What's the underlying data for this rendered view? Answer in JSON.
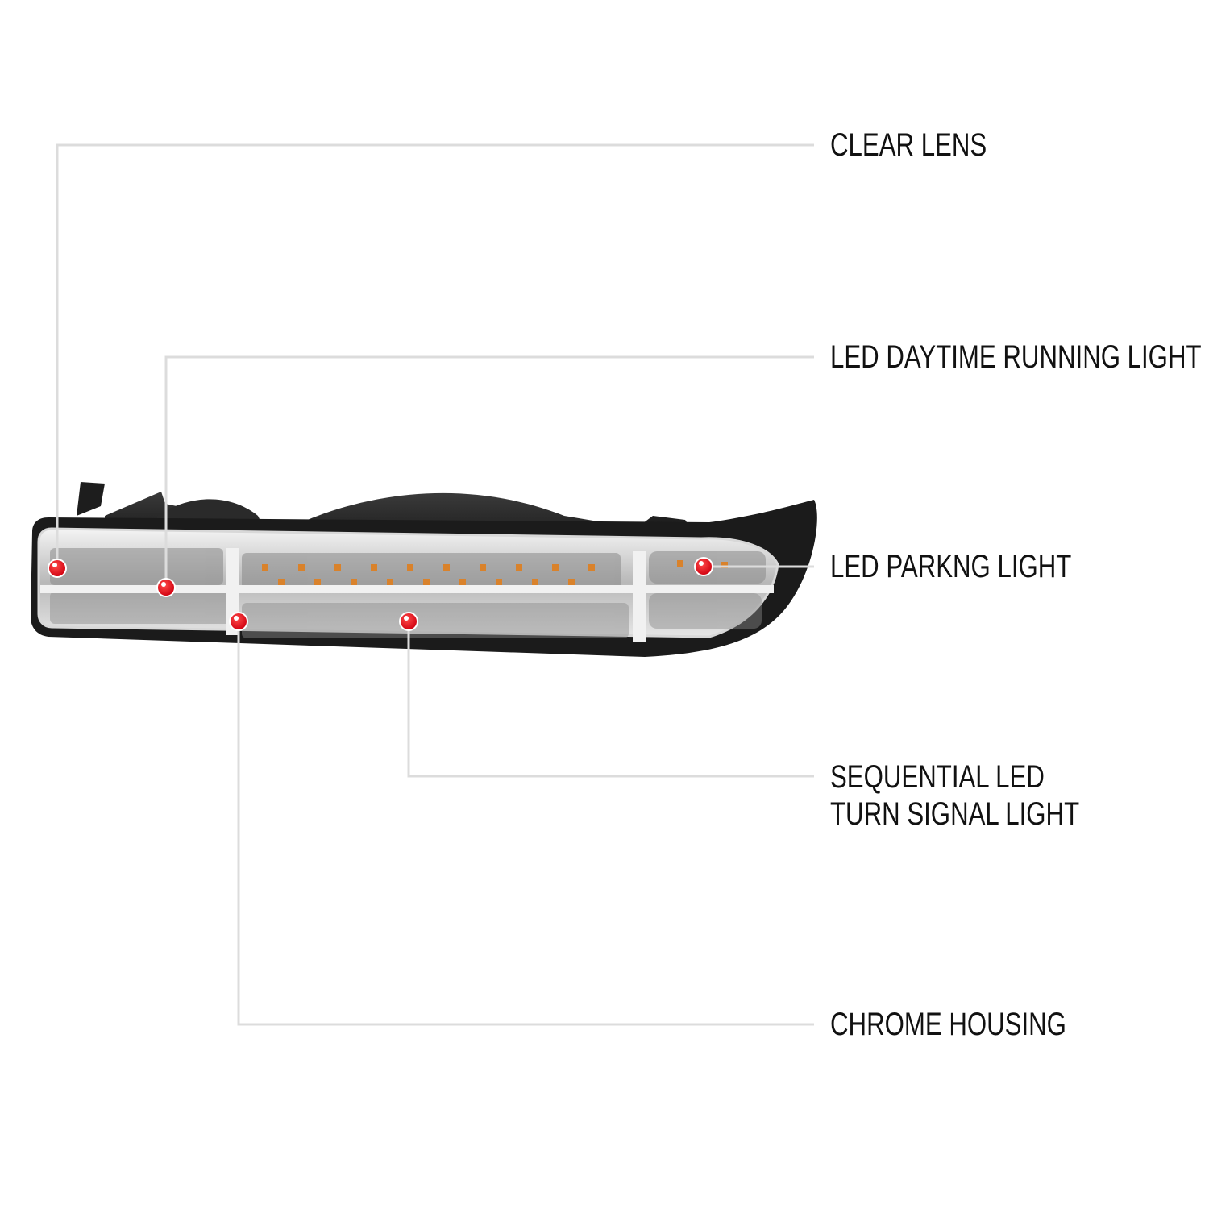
{
  "diagram": {
    "subject": "LED bumper light (parking / turn signal lamp)",
    "colors": {
      "background": "#ffffff",
      "callout_line": "#dcdcdc",
      "dot_fill": "#e30613",
      "dot_ring": "#ffffff",
      "label_text": "#111111",
      "housing_dark": "#2b2b2b",
      "lens_chrome": "#c9c9c9",
      "amber_led": "#d9822b"
    },
    "callouts": [
      {
        "id": "clear-lens",
        "label": "CLEAR LENS",
        "dot": [
          71,
          705
        ],
        "elbow": [
          71,
          180
        ],
        "end": [
          1010,
          180
        ]
      },
      {
        "id": "led-drl",
        "label": "LED DAYTIME RUNNING LIGHT",
        "dot": [
          206,
          729
        ],
        "elbow": [
          206,
          443
        ],
        "end": [
          1010,
          443
        ]
      },
      {
        "id": "led-parking",
        "label": "LED PARKNG LIGHT",
        "dot": [
          873,
          703
        ],
        "elbow": [
          873,
          703
        ],
        "end": [
          1010,
          703
        ]
      },
      {
        "id": "sequential-turn",
        "label_line1": "SEQUENTIAL LED",
        "label_line2": "TURN SIGNAL LIGHT",
        "dot": [
          507,
          771
        ],
        "elbow": [
          507,
          963
        ],
        "end": [
          1010,
          963
        ]
      },
      {
        "id": "chrome-housing",
        "label": "CHROME HOUSING",
        "dot": [
          296,
          771
        ],
        "elbow": [
          296,
          1271
        ],
        "end": [
          1010,
          1271
        ]
      }
    ]
  }
}
